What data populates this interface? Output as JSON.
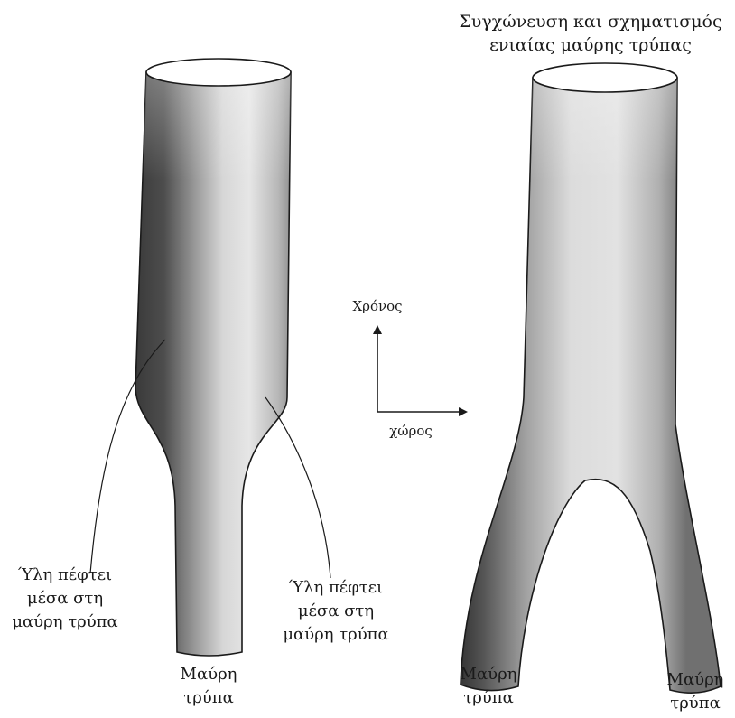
{
  "left_figure": {
    "label_left_line1": "Ύλη πέφτει",
    "label_left_line2": "μέσα στη",
    "label_left_line3": "μαύρη τρύπα",
    "label_right_line1": "Ύλη πέφτει",
    "label_right_line2": "μέσα στη",
    "label_right_line3": "μαύρη τρύπα",
    "bottom_line1": "Μαύρη",
    "bottom_line2": "τρύπα"
  },
  "axes": {
    "y_label": "Χρόνος",
    "x_label": "χώρος"
  },
  "right_figure": {
    "title_line1": "Συγχώνευση και σχηματισμός",
    "title_line2": "ενιαίας μαύρης τρύπας",
    "bottom_left_line1": "Μαύρη",
    "bottom_left_line2": "τρύπα",
    "bottom_right_line1": "Μαύρη",
    "bottom_right_line2": "τρύπα"
  }
}
